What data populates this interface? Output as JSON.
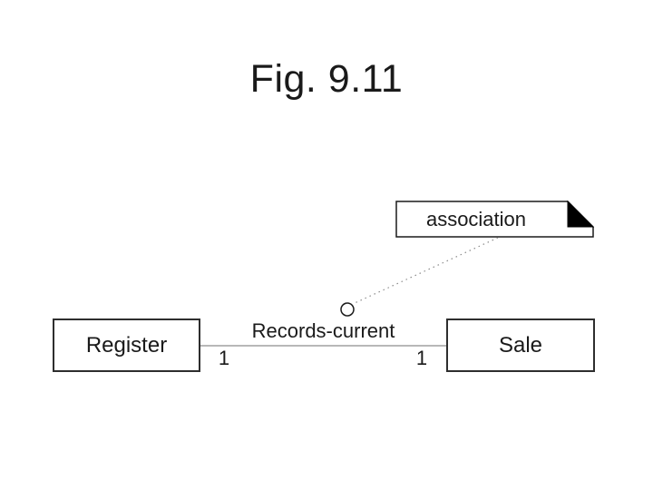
{
  "title": "Fig. 9.11",
  "note": {
    "label": "association"
  },
  "association": {
    "name": "Records-current",
    "multiplicity_left": "1",
    "multiplicity_right": "1"
  },
  "classes": {
    "register": "Register",
    "sale": "Sale"
  },
  "colors": {
    "background": "#ffffff",
    "ink": "#1a1a1a",
    "border-dark": "#2e2e2e",
    "line-gray": "#b8b8b8",
    "dot-gray": "#8a8a8a",
    "note-fold": "#000000"
  }
}
